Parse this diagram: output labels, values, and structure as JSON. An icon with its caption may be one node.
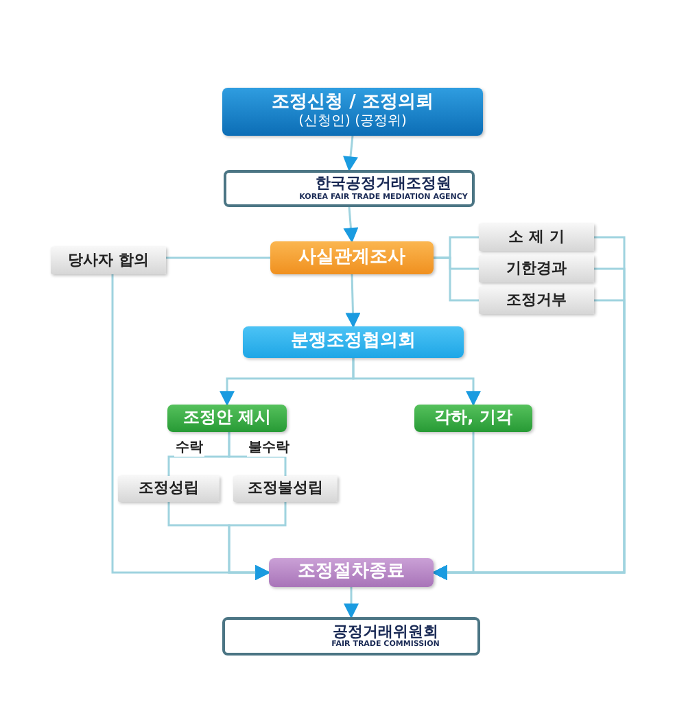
{
  "diagram": {
    "nodes": [
      {
        "text": [
          "조정신청 / 조정의뢰",
          "(신청인) (공정위)"
        ]
      },
      {
        "text": [
          "한국공정거래조정원",
          "KOREA FAIR TRADE MEDIATION AGENCY"
        ]
      },
      {
        "text": [
          "사실관계조사"
        ]
      },
      {
        "text": [
          "당사자 합의"
        ]
      },
      {
        "text": [
          "소 제 기"
        ]
      },
      {
        "text": [
          "기한경과"
        ]
      },
      {
        "text": [
          "조정거부"
        ]
      },
      {
        "text": [
          "분쟁조정협의회"
        ]
      },
      {
        "text": [
          "조정안 제시"
        ]
      },
      {
        "text": [
          "각하, 기각"
        ]
      },
      {
        "text": [
          "조정성립"
        ]
      },
      {
        "text": [
          "조정불성립"
        ]
      },
      {
        "text": [
          "조정절차종료"
        ]
      },
      {
        "text": [
          "공정거래위원회",
          "FAIR TRADE COMMISSION"
        ]
      }
    ],
    "edges": [
      {
        "from": 0,
        "to": 1,
        "arrow": "to"
      },
      {
        "from": 1,
        "to": 2,
        "arrow": "to"
      },
      {
        "from": 2,
        "to": 3,
        "arrow": "none"
      },
      {
        "from": 2,
        "to": 4,
        "arrow": "none"
      },
      {
        "from": 2,
        "to": 5,
        "arrow": "none"
      },
      {
        "from": 2,
        "to": 6,
        "arrow": "none"
      },
      {
        "from": 2,
        "to": 7,
        "arrow": "to"
      },
      {
        "from": 7,
        "to": 8,
        "arrow": "to"
      },
      {
        "from": 7,
        "to": 9,
        "arrow": "to"
      },
      {
        "from": 8,
        "to": 10,
        "arrow": "none",
        "label": "수락"
      },
      {
        "from": 8,
        "to": 11,
        "arrow": "none",
        "label": "불수락"
      },
      {
        "from": 3,
        "to": 12,
        "arrow": "to"
      },
      {
        "from": 10,
        "to": 12,
        "arrow": "to"
      },
      {
        "from": 11,
        "to": 12,
        "arrow": "to"
      },
      {
        "from": 9,
        "to": 12,
        "arrow": "to"
      },
      {
        "from": 4,
        "to": 12,
        "arrow": "to"
      },
      {
        "from": 5,
        "to": 12,
        "arrow": "to"
      },
      {
        "from": 6,
        "to": 12,
        "arrow": "to"
      },
      {
        "from": 12,
        "to": 13,
        "arrow": "to"
      }
    ]
  }
}
